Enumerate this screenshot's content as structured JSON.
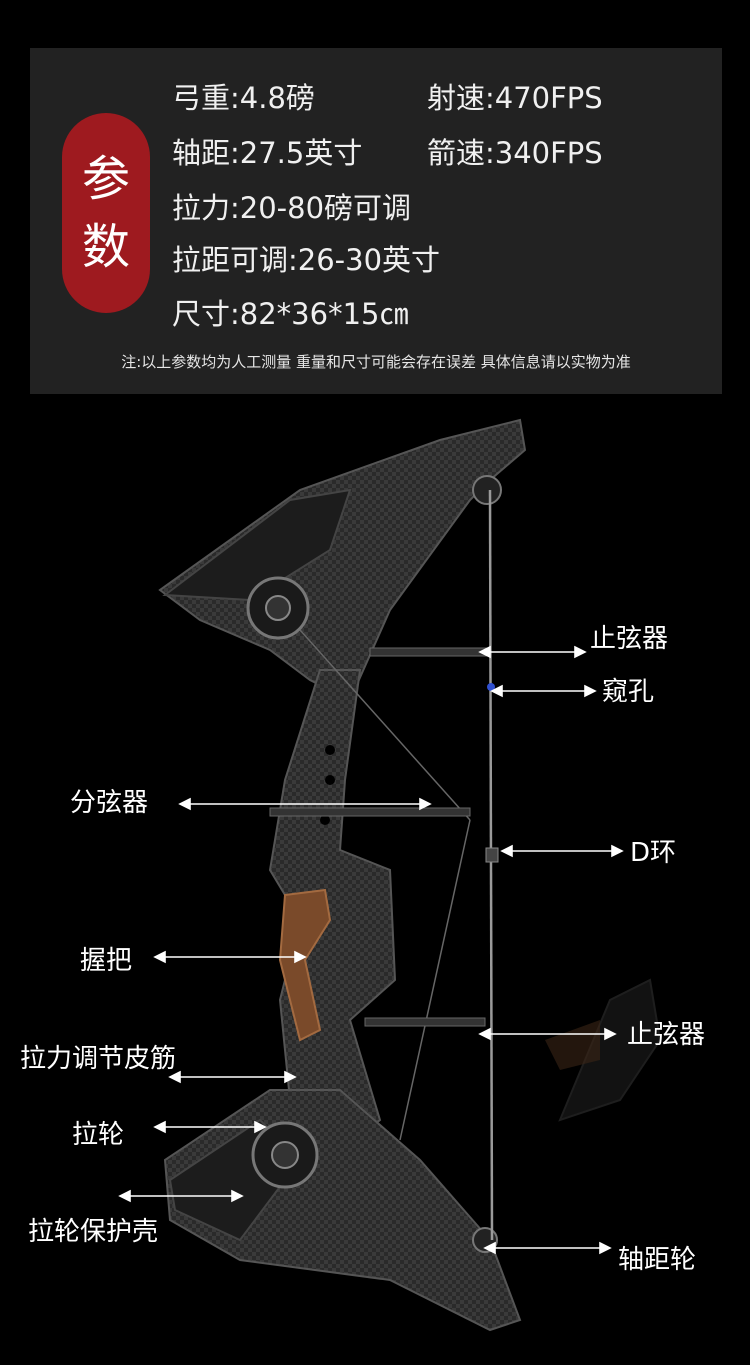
{
  "specs": {
    "badge": [
      "参",
      "数"
    ],
    "bow_weight": "弓重:4.8磅",
    "shoot_speed": "射速:470FPS",
    "axle_length": "轴距:27.5英寸",
    "arrow_speed": "箭速:340FPS",
    "draw_weight": "拉力:20-80磅可调",
    "draw_length": "拉距可调:26-30英寸",
    "size": "尺寸:82*36*15㎝",
    "note": "注:以上参数均为人工测量 重量和尺寸可能会存在误差 具体信息请以实物为准"
  },
  "labels": {
    "string_stop_top": "止弦器",
    "peep_sight": "窥孔",
    "cable_slide": "分弦器",
    "d_loop": "D环",
    "grip": "握把",
    "string_stop_bottom": "止弦器",
    "draw_weight_cord": "拉力调节皮筋",
    "cam": "拉轮",
    "cam_cover": "拉轮保护壳",
    "axle_wheel": "轴距轮"
  },
  "colors": {
    "badge_red": "#9e1a1f",
    "panel_bg": "#222222",
    "grip_wood": "#7a4a2a"
  }
}
